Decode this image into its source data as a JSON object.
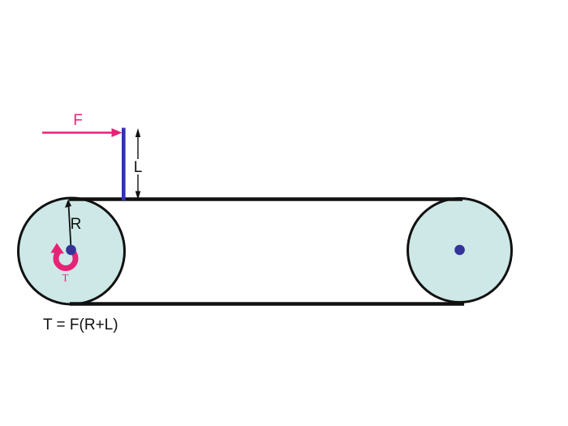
{
  "colors": {
    "background": "#ffffff",
    "pulley_fill": "#cde8e7",
    "outline_black": "#111111",
    "axle_blue": "#333399",
    "lever_blue": "#3333aa",
    "force_pink": "#e72277"
  },
  "labels": {
    "force": "F",
    "lever_length": "L",
    "radius": "R",
    "torque": "T",
    "formula": "T = F(R+L)"
  }
}
